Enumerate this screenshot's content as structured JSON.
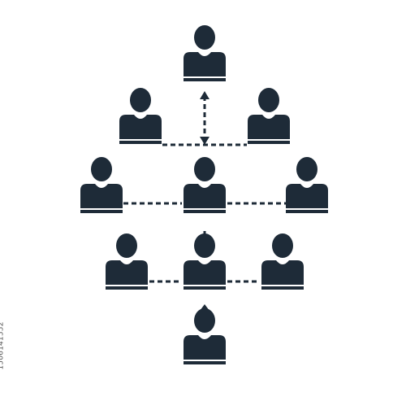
{
  "icon_name": "person-network-icon",
  "colors": {
    "background": "#ffffff",
    "icon": "#1e2b38",
    "stroke": "#1e2b38"
  },
  "side_label": "1506141552",
  "people": [
    {
      "id": "top"
    },
    {
      "id": "mid-left"
    },
    {
      "id": "mid-right"
    },
    {
      "id": "left"
    },
    {
      "id": "center"
    },
    {
      "id": "right"
    },
    {
      "id": "lower-left"
    },
    {
      "id": "lower-center"
    },
    {
      "id": "lower-right"
    },
    {
      "id": "bottom"
    }
  ]
}
